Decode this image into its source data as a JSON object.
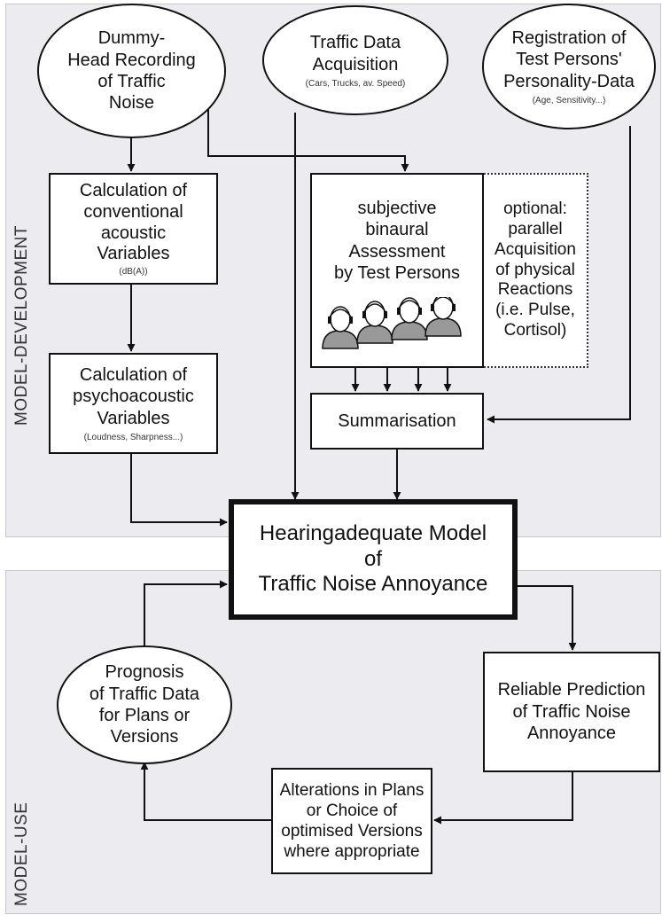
{
  "regions": {
    "top": "MODEL-DEVELOPMENT",
    "bottom": "MODEL-USE"
  },
  "nodes": {
    "dummy_head": {
      "lines": [
        "Dummy-",
        "Head Recording",
        "of Traffic",
        "Noise"
      ]
    },
    "traffic_data": {
      "lines": [
        "Traffic Data",
        "Acquisition"
      ],
      "note": "(Cars, Trucks, av. Speed)"
    },
    "registration": {
      "lines": [
        "Registration of",
        "Test Persons'",
        "Personality-Data"
      ],
      "note": "(Age, Sensitivity...)"
    },
    "conventional": {
      "lines": [
        "Calculation of",
        "conventional",
        "acoustic",
        "Variables"
      ],
      "note": "(dB(A))"
    },
    "psychoacoustic": {
      "lines": [
        "Calculation of",
        "psychoacoustic",
        "Variables"
      ],
      "note": "(Loudness, Sharpness...)"
    },
    "assessment": {
      "lines": [
        "subjective",
        "binaural",
        "Assessment",
        "by Test Persons"
      ]
    },
    "optional": {
      "lines": [
        "optional:",
        "parallel",
        "Acquisition",
        "of physical",
        "Reactions",
        "(i.e. Pulse,",
        "Cortisol)"
      ]
    },
    "summarisation": {
      "lines": [
        "Summarisation"
      ]
    },
    "model": {
      "lines": [
        "Hearingadequate Model",
        "of",
        "Traffic Noise Annoyance"
      ]
    },
    "prognosis": {
      "lines": [
        "Prognosis",
        "of Traffic Data",
        "for Plans or",
        "Versions"
      ]
    },
    "prediction": {
      "lines": [
        "Reliable Prediction",
        "of Traffic Noise",
        "Annoyance"
      ]
    },
    "alterations": {
      "lines": [
        "Alterations in Plans",
        "or Choice of",
        "optimised Versions",
        "where appropriate"
      ]
    }
  },
  "icons": [
    "test-person-icon",
    "test-person-icon",
    "test-person-icon",
    "test-person-icon"
  ]
}
